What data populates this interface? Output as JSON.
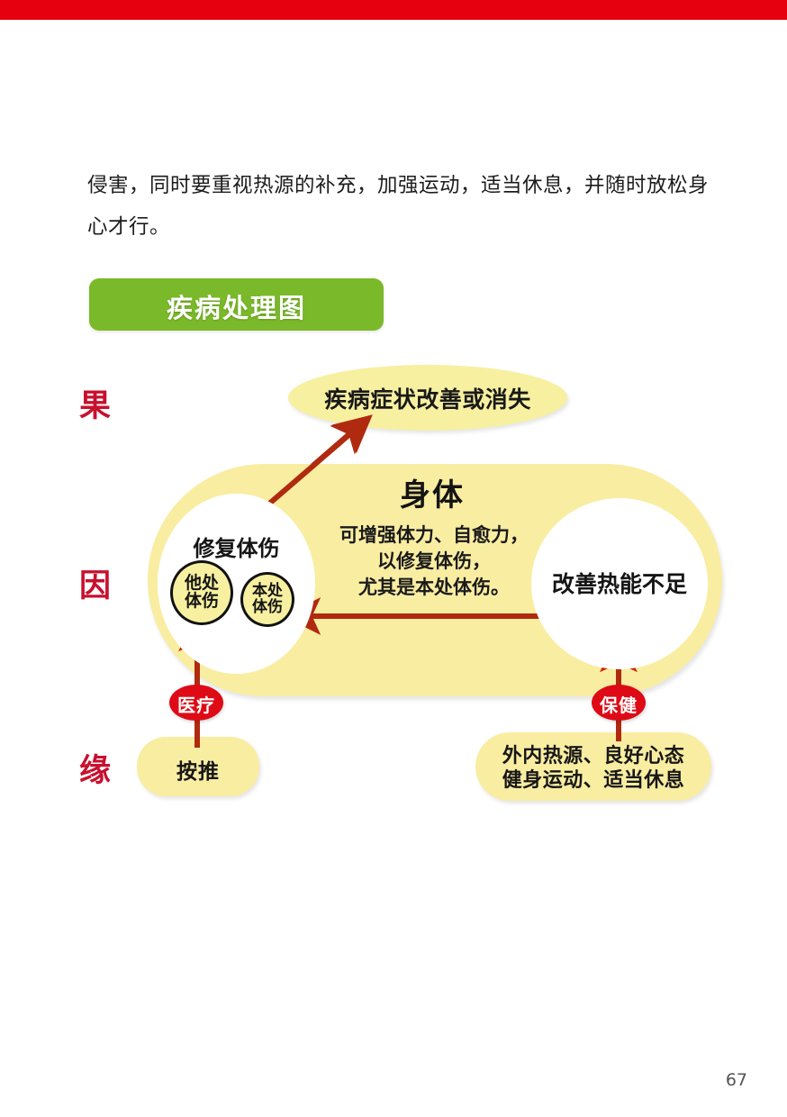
{
  "page": {
    "number": "67",
    "top_bar_color": "#e6000f",
    "accent_green": "#7ab929",
    "accent_red": "#c8102e",
    "badge_red": "#de0a16",
    "yellow_fill": "#f9eda2",
    "pale_yellow": "#f7f0a0"
  },
  "body_text": {
    "paragraph": "侵害，同时要重视热源的补充，加强运动，适当休息，并随时放松身心才行。"
  },
  "section": {
    "title": "疾病处理图"
  },
  "diagram": {
    "row_labels": {
      "result": "果",
      "cause": "因",
      "condition": "缘"
    },
    "outcome": {
      "label": "疾病症状改善或消失"
    },
    "body": {
      "title": "身体",
      "note": "可增强体力、自愈力，\n以修复体伤，\n尤其是本处体伤。",
      "note_lines": [
        "可增强体力、自愈力，",
        "以修复体伤，",
        "尤其是本处体伤。"
      ],
      "repair_circle": {
        "label": "修复体伤",
        "bubbles": [
          {
            "label": "他处\n体伤",
            "lines": [
              "他处",
              "体伤"
            ]
          },
          {
            "label": "本处\n体伤",
            "lines": [
              "本处",
              "体伤"
            ]
          }
        ]
      },
      "heat_circle": {
        "label": "改善热能不足"
      }
    },
    "badges": [
      {
        "name": "medical",
        "label": "医疗"
      },
      {
        "name": "health",
        "label": "保健"
      }
    ],
    "conditions": [
      {
        "name": "massage",
        "label": "按推",
        "lines": [
          "按推"
        ]
      },
      {
        "name": "lifestyle",
        "label": "外内热源、良好心态\n健身运动、适当休息",
        "lines": [
          "外内热源、良好心态",
          "健身运动、适当休息"
        ]
      }
    ],
    "arrows": [
      {
        "name": "repair-to-outcome",
        "from": "修复体伤",
        "to": "疾病症状改善或消失",
        "direction": "up-right"
      },
      {
        "name": "heat-to-repair",
        "from": "改善热能不足",
        "to": "修复体伤",
        "direction": "left"
      },
      {
        "name": "massage-to-injury",
        "from": "按推",
        "to": "他处体伤",
        "direction": "up"
      },
      {
        "name": "lifestyle-to-heat",
        "from": "外内热源、良好心态 健身运动、适当休息",
        "to": "改善热能不足",
        "direction": "up"
      }
    ]
  }
}
